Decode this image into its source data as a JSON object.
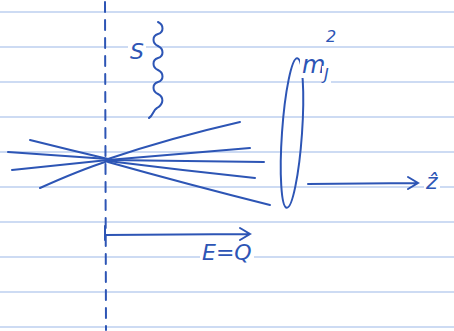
{
  "diagram": {
    "labels": [
      "S",
      "m",
      "J",
      "2",
      "ẑ",
      "E=Q"
    ]
  }
}
